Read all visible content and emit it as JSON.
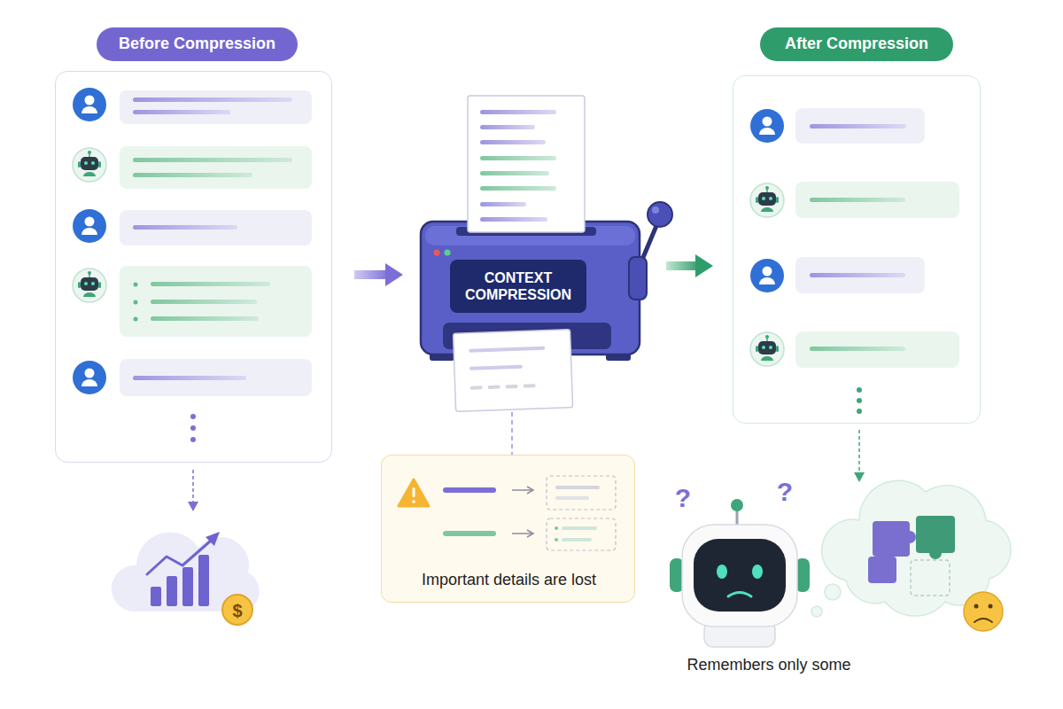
{
  "diagram": {
    "nodes": [
      {
        "text": [
          "Before Compression"
        ]
      },
      {
        "text": [
          "CONTEXT COMPRESSION"
        ]
      },
      {
        "text": [
          "After Compression"
        ]
      },
      {
        "text": [
          "Important details are lost"
        ]
      }
    ],
    "edges": [
      {
        "from": 0,
        "to": 1,
        "arrow": "to"
      },
      {
        "from": 1,
        "to": 2,
        "arrow": "to"
      },
      {
        "from": 1,
        "to": 3,
        "arrow": "none"
      }
    ],
    "labels": [
      "$",
      "?",
      "?",
      "Remembers only some"
    ]
  }
}
